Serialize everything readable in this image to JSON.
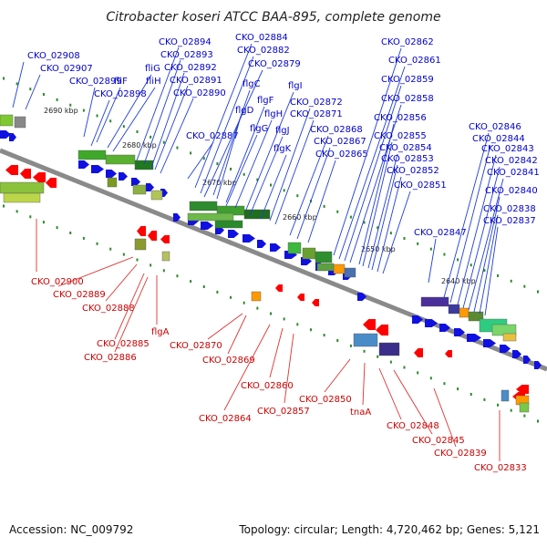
{
  "title": "Citrobacter koseri ATCC BAA-895, complete genome",
  "accession": "Accession: NC_009792",
  "topology": "Topology: circular; Length: 4,720,462 bp; Genes: 5,121",
  "colors": {
    "forward": "#1010e0",
    "reverse": "#ff0000",
    "backbone": "#888888",
    "dots": "#2a8a2a"
  },
  "ticks": [
    "2690 kbp",
    "2680 kbp",
    "2670 kbp",
    "2660 kbp",
    "2650 kbp",
    "2640 kbp"
  ],
  "blue_labels": [
    "CKO_02908",
    "CKO_02907",
    "CKO_02899",
    "fliF",
    "fliG",
    "fliH",
    "CKO_02898",
    "CKO_02894",
    "CKO_02893",
    "CKO_02892",
    "CKO_02891",
    "CKO_02890",
    "CKO_02887",
    "CKO_02884",
    "CKO_02882",
    "CKO_02879",
    "flgC",
    "flgD",
    "flgF",
    "flgG",
    "flgH",
    "flgI",
    "flgJ",
    "flgK",
    "CKO_02872",
    "CKO_02871",
    "CKO_02868",
    "CKO_02867",
    "CKO_02865",
    "CKO_02862",
    "CKO_02861",
    "CKO_02859",
    "CKO_02858",
    "CKO_02856",
    "CKO_02855",
    "CKO_02854",
    "CKO_02853",
    "CKO_02852",
    "CKO_02851",
    "CKO_02847",
    "CKO_02846",
    "CKO_02844",
    "CKO_02843",
    "CKO_02842",
    "CKO_02841",
    "CKO_02840",
    "CKO_02838",
    "CKO_02837"
  ],
  "red_labels": [
    "CKO_02900",
    "CKO_02889",
    "CKO_02888",
    "flgA",
    "CKO_02885",
    "CKO_02886",
    "CKO_02870",
    "CKO_02869",
    "CKO_02864",
    "CKO_02860",
    "CKO_02857",
    "CKO_02850",
    "tnaA",
    "CKO_02848",
    "CKO_02845",
    "CKO_02839",
    "CKO_02833"
  ]
}
